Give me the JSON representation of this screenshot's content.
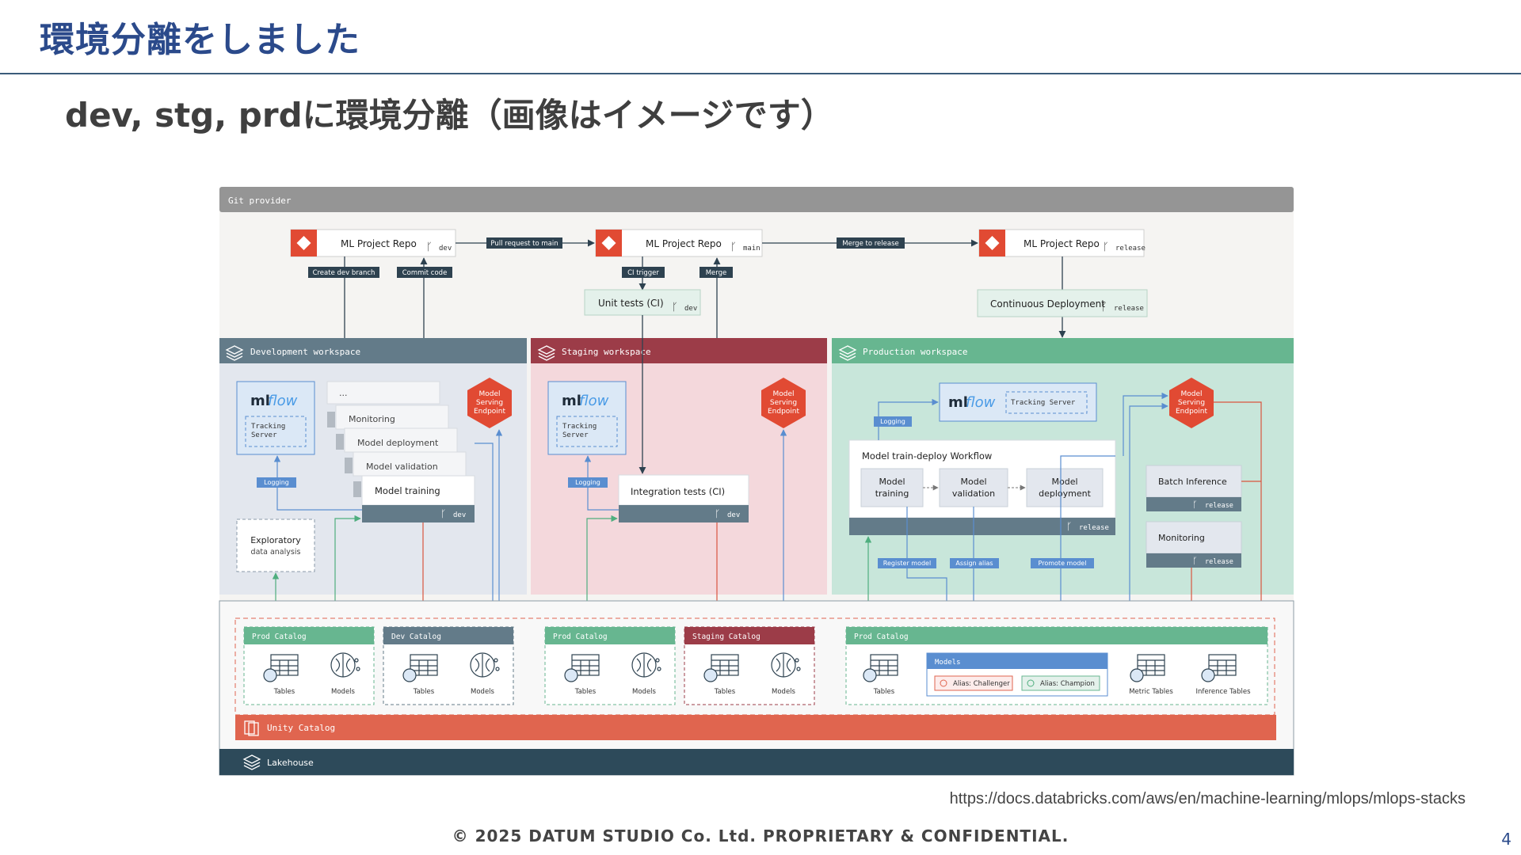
{
  "slide": {
    "title": "環境分離をしました",
    "subtitle": "dev, stg, prdに環境分離（画像はイメージです）",
    "source_url": "https://docs.databricks.com/aws/en/machine-learning/mlops/mlops-stacks",
    "copyright": "© 2025 DATUM STUDIO Co. Ltd. PROPRIETARY & CONFIDENTIAL.",
    "page_number": "4"
  },
  "colors": {
    "git_header": "#959595",
    "dev": "#637b89",
    "staging": "#9c3c48",
    "prod": "#67b690",
    "unity": "#e0654f",
    "lakehouse": "#2d4a5a",
    "endpoint": "#e14a33",
    "models_blue": "#5a8ed0"
  },
  "diagram": {
    "git_provider": "Git provider",
    "repos": [
      {
        "label": "ML Project Repo",
        "branch": "dev"
      },
      {
        "label": "ML Project Repo",
        "branch": "main"
      },
      {
        "label": "ML Project Repo",
        "branch": "release"
      }
    ],
    "flow_labels": {
      "pull_request": "Pull request to main",
      "merge_release": "Merge to release",
      "create_branch": "Create dev branch",
      "commit_code": "Commit code",
      "ci_trigger": "CI trigger",
      "merge": "Merge"
    },
    "unit_tests": {
      "label": "Unit tests (CI)",
      "branch": "dev"
    },
    "continuous_deployment": {
      "label": "Continuous Deployment",
      "branch": "release"
    },
    "dev_workspace": {
      "title": "Development workspace",
      "mlflow_ml": "ml",
      "mlflow_flow": "flow",
      "tracking_line1": "Tracking",
      "tracking_line2": "Server",
      "stack_items": [
        "...",
        "Monitoring",
        "Model deployment",
        "Model validation",
        "Model training"
      ],
      "branch": "dev",
      "logging": "Logging",
      "eda_line1": "Exploratory",
      "eda_line2": "data analysis",
      "endpoint_lines": [
        "Model",
        "Serving",
        "Endpoint"
      ]
    },
    "staging_workspace": {
      "title": "Staging workspace",
      "mlflow_ml": "ml",
      "mlflow_flow": "flow",
      "tracking_line1": "Tracking",
      "tracking_line2": "Server",
      "integration_tests": "Integration tests (CI)",
      "branch": "dev",
      "logging": "Logging",
      "endpoint_lines": [
        "Model",
        "Serving",
        "Endpoint"
      ]
    },
    "prod_workspace": {
      "title": "Production workspace",
      "mlflow_ml": "ml",
      "mlflow_flow": "flow",
      "tracking": "Tracking Server",
      "logging": "Logging",
      "workflow_title": "Model train-deploy Workflow",
      "steps": [
        {
          "line1": "Model",
          "line2": "training"
        },
        {
          "line1": "Model",
          "line2": "validation"
        },
        {
          "line1": "Model",
          "line2": "deployment"
        }
      ],
      "workflow_branch": "release",
      "batch_inference": "Batch Inference",
      "monitoring": "Monitoring",
      "release": "release",
      "endpoint_lines": [
        "Model",
        "Serving",
        "Endpoint"
      ],
      "register_model": "Register model",
      "assign_alias": "Assign alias",
      "promote_model": "Promote model"
    },
    "catalogs": {
      "dev_prod": {
        "title": "Prod Catalog",
        "items": [
          "Tables",
          "Models"
        ]
      },
      "dev_dev": {
        "title": "Dev Catalog",
        "items": [
          "Tables",
          "Models"
        ]
      },
      "stg_prod": {
        "title": "Prod Catalog",
        "items": [
          "Tables",
          "Models"
        ]
      },
      "stg_stg": {
        "title": "Staging Catalog",
        "items": [
          "Tables",
          "Models"
        ]
      },
      "prod_prod": {
        "title": "Prod Catalog",
        "tables": "Tables",
        "models_title": "Models",
        "alias_challenger": "Alias: Challenger",
        "alias_champion": "Alias: Champion",
        "metric_tables": "Metric Tables",
        "inference_tables": "Inference Tables"
      }
    },
    "unity_catalog": "Unity Catalog",
    "lakehouse": "Lakehouse"
  }
}
